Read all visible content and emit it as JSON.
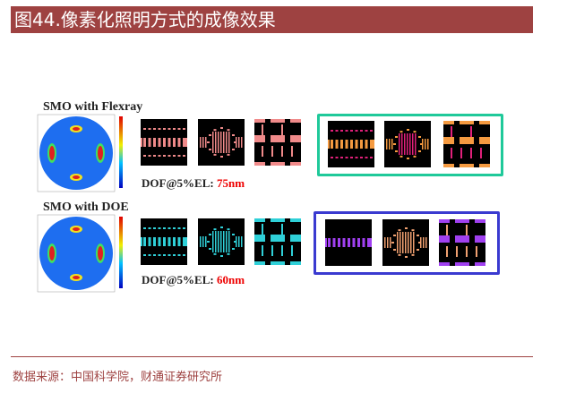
{
  "title": "图44.像素化照明方式的成像效果",
  "rows": [
    {
      "label": "SMO with Flexray",
      "dof_prefix": "DOF@5%EL: ",
      "dof_value": "75nm",
      "frame_color": "#1fc99a",
      "mask_color": "#f08a8a",
      "result_colors": [
        "#e0207a",
        "#f59a40"
      ]
    },
    {
      "label": "SMO with DOE",
      "dof_prefix": "DOF@5%EL: ",
      "dof_value": "60nm",
      "frame_color": "#3a3ad0",
      "mask_color": "#2fd0d8",
      "result_colors": [
        "#a040f0",
        "#f0a070"
      ]
    }
  ],
  "source": "数据来源：中国科学院，财通证券研究所"
}
